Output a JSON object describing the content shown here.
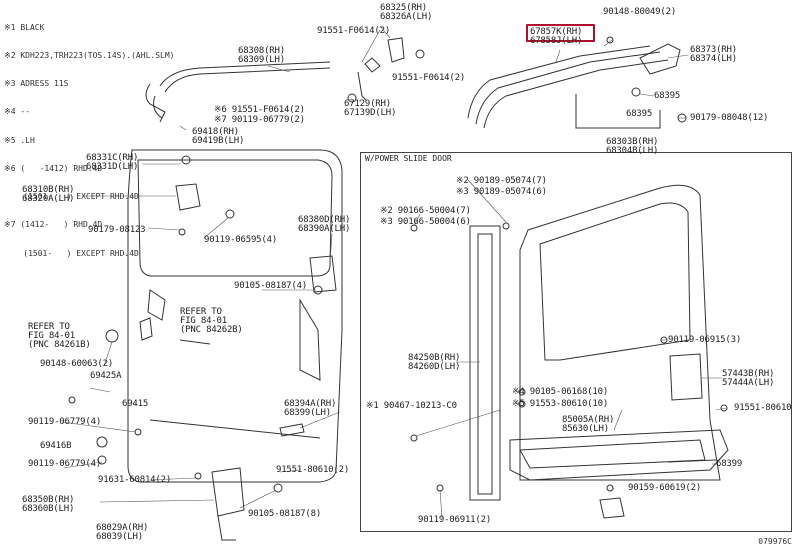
{
  "legend": [
    "※1 BLACK",
    "※2 KDH223,TRH223(TOS.14S).(AHL.SLM)",
    "※3 ADRESS 11S",
    "※4 --",
    "※5 .LH",
    "※6 (   -1412) RHD.4D",
    "    (1501-   ) EXCEPT RHD.4D",
    "※7 (1412-   ) RHD.4D",
    "    (1501-   ) EXCEPT RHD.4D"
  ],
  "inset_title": "W/POWER SLIDE DOOR",
  "diagram_code": "079976C",
  "labels": [
    {
      "id": "p68325",
      "text": "68325(RH)\n68326A(LH)"
    },
    {
      "id": "p90148_80049",
      "text": "90148-80049(2)"
    },
    {
      "id": "p67857",
      "text": "67857K(RH)\n67858J(LH)",
      "highlight": true
    },
    {
      "id": "p91551_f0614_top",
      "text": "91551-F0614(2)"
    },
    {
      "id": "p68308",
      "text": "68308(RH)\n68309(LH)"
    },
    {
      "id": "p91551_f0614_mid",
      "text": "91551-F0614(2)"
    },
    {
      "id": "p68373",
      "text": "68373(RH)\n68374(LH)"
    },
    {
      "id": "p68395a",
      "text": "68395"
    },
    {
      "id": "p68395b",
      "text": "68395"
    },
    {
      "id": "p67129",
      "text": "67129(RH)\n67139D(LH)"
    },
    {
      "id": "p91551_f0614_6",
      "text": "※6 91551-F0614(2)"
    },
    {
      "id": "p90119_06779_7",
      "text": "※7 90119-06779(2)"
    },
    {
      "id": "p90179_08048",
      "text": "90179-08048(12)"
    },
    {
      "id": "p69418",
      "text": "69418(RH)\n69419B(LH)"
    },
    {
      "id": "p68303",
      "text": "68303B(RH)\n68304B(LH)"
    },
    {
      "id": "p68331",
      "text": "68331C(RH)\n68331D(LH)"
    },
    {
      "id": "p68310",
      "text": "68310B(RH)\n68320A(LH)"
    },
    {
      "id": "p90179_08123",
      "text": "90179-08123"
    },
    {
      "id": "p90119_06595",
      "text": "90119-06595(4)"
    },
    {
      "id": "p68380",
      "text": "68380D(RH)\n68390A(LH)"
    },
    {
      "id": "p90105_08187_4",
      "text": "90105-08187(4)"
    },
    {
      "id": "p_ref_84262",
      "text": "REFER TO\nFIG 84-01\n(PNC 84262B)"
    },
    {
      "id": "p_ref_84261",
      "text": "REFER TO\nFIG 84-01\n(PNC 84261B)"
    },
    {
      "id": "p90148_60063",
      "text": "90148-60063(2)"
    },
    {
      "id": "p69425",
      "text": "69425A"
    },
    {
      "id": "p69415",
      "text": "69415"
    },
    {
      "id": "p90119_06779_4",
      "text": "90119-06779(4)"
    },
    {
      "id": "p69416",
      "text": "69416B"
    },
    {
      "id": "p90119_06779_4b",
      "text": "90119-06779(4)"
    },
    {
      "id": "p68394",
      "text": "68394A(RH)\n68399(LH)"
    },
    {
      "id": "p91551_80610_2",
      "text": "91551-80610(2)"
    },
    {
      "id": "p91631_60814",
      "text": "91631-60814(2)"
    },
    {
      "id": "p68350",
      "text": "68350B(RH)\n68360B(LH)"
    },
    {
      "id": "p90105_08187_8",
      "text": "90105-08187(8)"
    },
    {
      "id": "p68029",
      "text": "68029A(RH)\n68039(LH)"
    },
    {
      "id": "p90189_05074_7",
      "text": "※2 90189-05074(7)"
    },
    {
      "id": "p90189_05074_6",
      "text": "※3 90189-05074(6)"
    },
    {
      "id": "p90166_50004_7",
      "text": "※2 90166-50004(7)"
    },
    {
      "id": "p90166_50004_6",
      "text": "※3 90166-50004(6)"
    },
    {
      "id": "p84250",
      "text": "84250B(RH)\n84260D(LH)"
    },
    {
      "id": "p90119_06915",
      "text": "90119-06915(3)"
    },
    {
      "id": "p57443",
      "text": "57443B(RH)\n57444A(LH)"
    },
    {
      "id": "p90105_06168",
      "text": "※4 90105-06168(10)"
    },
    {
      "id": "p91553_80610",
      "text": "※5 91553-80610(10)"
    },
    {
      "id": "p90467_10213",
      "text": "※1 90467-10213-C0"
    },
    {
      "id": "p85005",
      "text": "85005A(RH)\n85630(LH)"
    },
    {
      "id": "p91551_80610",
      "text": "91551-80610"
    },
    {
      "id": "p68399",
      "text": "68399"
    },
    {
      "id": "p90159_60619",
      "text": "90159-60619(2)"
    },
    {
      "id": "p90119_06911",
      "text": "90119-06911(2)"
    }
  ]
}
